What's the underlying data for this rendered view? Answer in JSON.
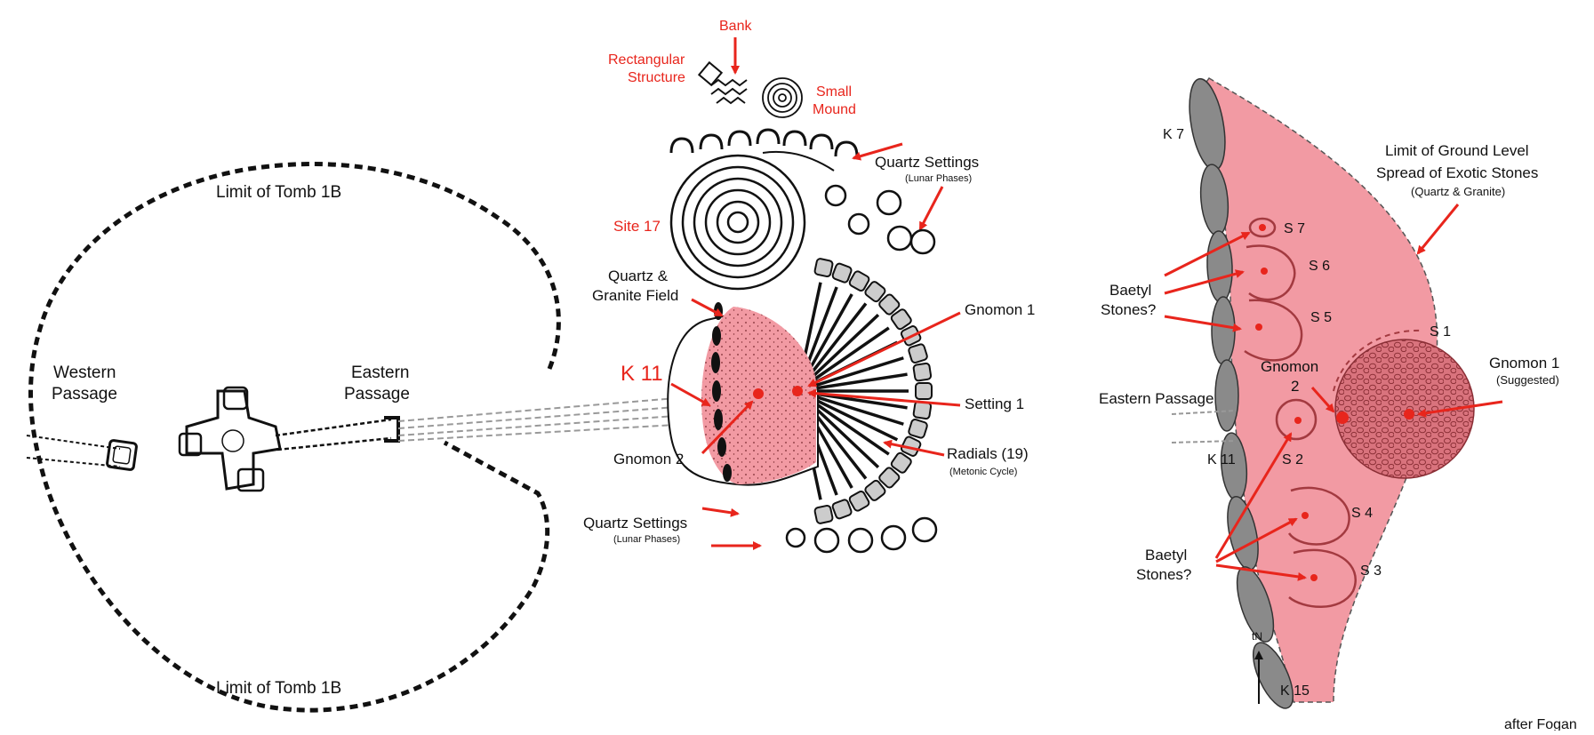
{
  "colors": {
    "accent_red": "#e8251c",
    "pink_fill": "#f29aa3",
    "ink": "#111111",
    "stone_grey": "#8a8a8a"
  },
  "left_panel": {
    "limit_top": "Limit of Tomb 1B",
    "limit_bottom": "Limit of Tomb 1B",
    "western_passage": [
      "Western",
      "Passage"
    ],
    "eastern_passage": [
      "Eastern",
      "Passage"
    ]
  },
  "middle_panel": {
    "bank": "Bank",
    "rectangular_structure": [
      "Rectangular",
      "Structure"
    ],
    "small_mound": [
      "Small",
      "Mound"
    ],
    "quartz_settings_top": "Quartz Settings",
    "quartz_settings_top_sub": "(Lunar Phases)",
    "site_17": "Site 17",
    "quartz_granite_field": [
      "Quartz &",
      "Granite Field"
    ],
    "gnomon_1": "Gnomon 1",
    "k11": "K 11",
    "setting_1": "Setting 1",
    "gnomon_2": "Gnomon 2",
    "radials": "Radials (19)",
    "radials_sub": "(Metonic Cycle)",
    "quartz_settings_bottom": "Quartz Settings",
    "quartz_settings_bottom_sub": "(Lunar Phases)"
  },
  "right_panel": {
    "k7": "K 7",
    "limit_spread": [
      "Limit of Ground Level",
      "Spread of Exotic Stones"
    ],
    "limit_spread_sub": "(Quartz & Granite)",
    "s7": "S 7",
    "s6": "S 6",
    "s5": "S 5",
    "s1": "S 1",
    "baetyl_top": [
      "Baetyl",
      "Stones?"
    ],
    "gnomon": [
      "Gnomon",
      "2"
    ],
    "gnomon_1": "Gnomon 1",
    "gnomon_1_sub": "(Suggested)",
    "eastern_passage": "Eastern Passage",
    "k11": "K 11",
    "s2": "S 2",
    "s4": "S 4",
    "s3": "S 3",
    "baetyl_bottom": [
      "Baetyl",
      "Stones?"
    ],
    "north": "tN",
    "k15": "K 15",
    "credit": "after Fogan"
  }
}
